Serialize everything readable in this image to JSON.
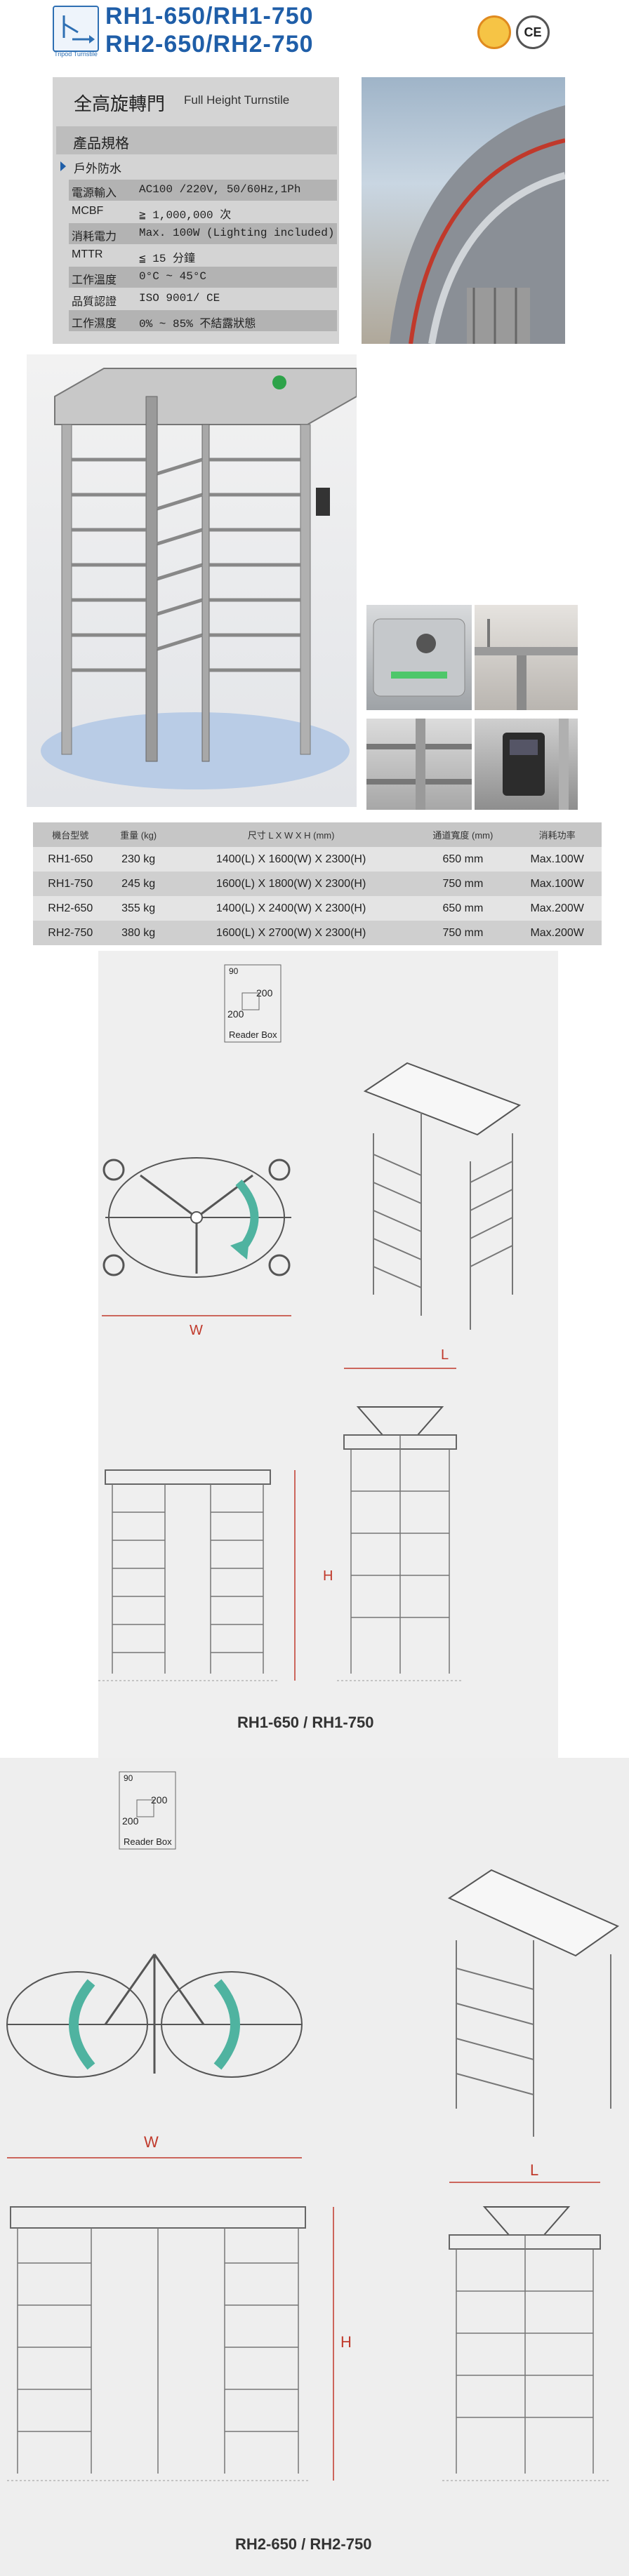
{
  "header": {
    "logo_caption": "Tripod Turnstile",
    "model_line_1": "RH1-650/RH1-750",
    "model_line_2": "RH2-650/RH2-750",
    "cert_badges": [
      "quality-seal",
      "ce-mark"
    ],
    "ce_text": "CE"
  },
  "spec": {
    "title_zh": "全高旋轉門",
    "title_en": "Full Height Turnstile",
    "heading": "產品規格",
    "outdoor": "戶外防水",
    "rows": [
      {
        "k": "電源輸入",
        "v": "AC100 /220V, 50/60Hz,1Ph"
      },
      {
        "k": "MCBF",
        "v": "≧ 1,000,000 次"
      },
      {
        "k": "消耗電力",
        "v": "Max. 100W (Lighting included)"
      },
      {
        "k": "MTTR",
        "v": "≦ 15 分鐘"
      },
      {
        "k": "工作溫度",
        "v": "0°C ~ 45°C"
      },
      {
        "k": "品質認證",
        "v": "ISO 9001/ CE"
      },
      {
        "k": "工作濕度",
        "v": "0% ~ 85% 不結露狀態"
      }
    ]
  },
  "table": {
    "headers": [
      "機台型號",
      "重量 (kg)",
      "尺寸 L X W X H (mm)",
      "通道寬度 (mm)",
      "消耗功率"
    ],
    "rows": [
      [
        "RH1-650",
        "230 kg",
        "1400(L) X 1600(W) X 2300(H)",
        "650 mm",
        "Max.100W"
      ],
      [
        "RH1-750",
        "245 kg",
        "1600(L) X 1800(W) X 2300(H)",
        "750 mm",
        "Max.100W"
      ],
      [
        "RH2-650",
        "355 kg",
        "1400(L) X 2400(W) X 2300(H)",
        "650 mm",
        "Max.200W"
      ],
      [
        "RH2-750",
        "380 kg",
        "1600(L) X 2700(W) X 2300(H)",
        "750 mm",
        "Max.200W"
      ]
    ]
  },
  "drawing1": {
    "dim_90": "90",
    "dim_200a": "200",
    "dim_200b": "200",
    "reader_box": "Reader Box",
    "w": "W",
    "l": "L",
    "h": "H",
    "caption": "RH1-650 / RH1-750"
  },
  "drawing2": {
    "dim_90": "90",
    "dim_200a": "200",
    "dim_200b": "200",
    "reader_box": "Reader Box",
    "w": "W",
    "l": "L",
    "h": "H",
    "caption": "RH2-650 / RH2-750"
  },
  "colors": {
    "brand_blue": "#1f5ea8",
    "panel_gray": "#d4d4d4",
    "row_dark": "#b3b3b3",
    "dim_red": "#c0392b"
  }
}
